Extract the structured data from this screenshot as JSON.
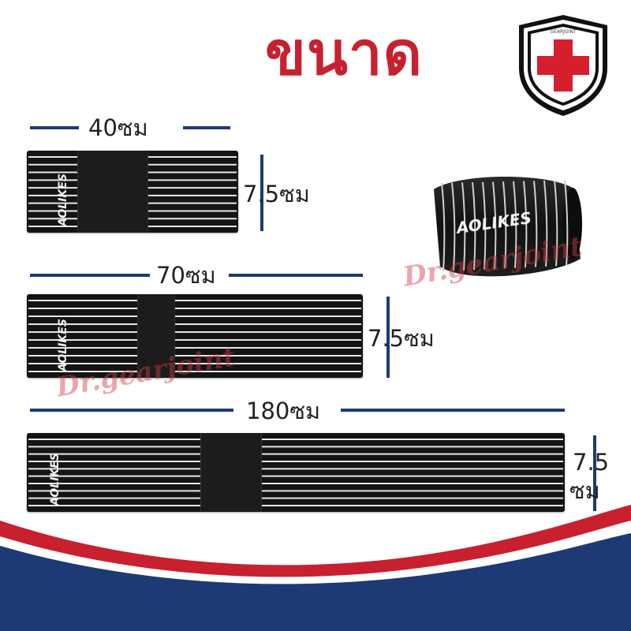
{
  "title": "ขนาด",
  "colors": {
    "red": "#c8202f",
    "navy": "#1e3a74",
    "strap": "#141414",
    "stripe": "#e6e6e6"
  },
  "badge": {
    "icon": "shield-cross-icon",
    "text": "GEARJOINT"
  },
  "straps": [
    {
      "length_label": "40ซม",
      "width_label": "7.5ซม",
      "brand": "AOLIKES"
    },
    {
      "length_label": "70ซม",
      "width_label": "7.5ซม",
      "brand": "AOLIKES"
    },
    {
      "length_label": "180ซม",
      "width_label_line1": "7.5",
      "width_label_line2": "ซม",
      "brand": "AOLIKES"
    }
  ],
  "rolled_product": {
    "brand": "AOLIKES"
  },
  "watermark": "Dr.gearjoint"
}
